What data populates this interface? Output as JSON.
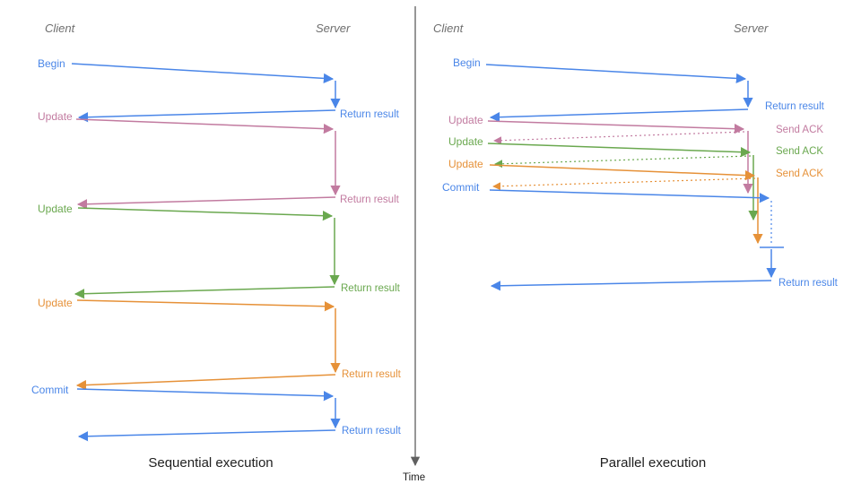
{
  "diagram": {
    "type": "sequence-diagram-comparison",
    "time_axis_label": "Time",
    "colors": {
      "blue": "#4a86e8",
      "pink": "#c27ba0",
      "green": "#6aa84f",
      "orange": "#e69138",
      "axis": "#5f5f5f",
      "head": "#6e6e6e",
      "cap": "#212121"
    },
    "left": {
      "client_label": "Client",
      "server_label": "Server",
      "caption": "Sequential execution",
      "messages": [
        {
          "request": "Begin",
          "response": "Return result",
          "color": "blue"
        },
        {
          "request": "Update",
          "response": "Return result",
          "color": "pink"
        },
        {
          "request": "Update",
          "response": "Return result",
          "color": "green"
        },
        {
          "request": "Update",
          "response": "Return result",
          "color": "orange"
        },
        {
          "request": "Commit",
          "response": "Return result",
          "color": "blue"
        }
      ]
    },
    "right": {
      "client_label": "Client",
      "server_label": "Server",
      "caption": "Parallel execution",
      "messages": [
        {
          "request": "Begin",
          "response": "Return result",
          "color": "blue"
        },
        {
          "request": "Update",
          "response": "Send ACK",
          "color": "pink"
        },
        {
          "request": "Update",
          "response": "Send ACK",
          "color": "green"
        },
        {
          "request": "Update",
          "response": "Send ACK",
          "color": "orange"
        },
        {
          "request": "Commit",
          "response": "Return result",
          "color": "blue"
        }
      ]
    }
  }
}
